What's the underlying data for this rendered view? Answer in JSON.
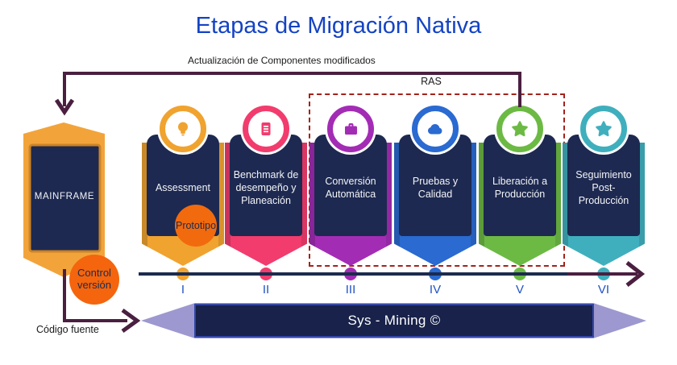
{
  "title": "Etapas de Migración Nativa",
  "feedback_arrow": {
    "label": "Actualización de Componentes modificados"
  },
  "ras": {
    "label": "RAS"
  },
  "mainframe": {
    "label": "MAINFRAME"
  },
  "control_version": {
    "label": "Control\nversión"
  },
  "prototipo": {
    "label": "Prototipo"
  },
  "codigo_fuente": {
    "label": "Código fuente"
  },
  "banner": {
    "label": "Sys - Mining ©"
  },
  "stages": [
    {
      "numeral": "I",
      "label": "Assessment",
      "color": "#f0a32f",
      "icon": "lightbulb-icon"
    },
    {
      "numeral": "II",
      "label": "Benchmark de\ndesempeño y\nPlaneación",
      "color": "#f23c6d",
      "icon": "document-icon"
    },
    {
      "numeral": "III",
      "label": "Conversión\nAutomática",
      "color": "#a32cb5",
      "icon": "briefcase-icon"
    },
    {
      "numeral": "IV",
      "label": "Pruebas y\nCalidad",
      "color": "#2a6ad1",
      "icon": "cloud-icon"
    },
    {
      "numeral": "V",
      "label": "Liberación a\nProducción",
      "color": "#6cba44",
      "icon": "star-icon"
    },
    {
      "numeral": "VI",
      "label": "Seguimiento\nPost-\nProducción",
      "color": "#3fafbd",
      "icon": "star-icon"
    }
  ],
  "palette": {
    "title_blue": "#1443c4",
    "numeral_blue": "#2053c5",
    "card_navy": "#1d2950",
    "arrow_maroon": "#4a1f40",
    "ras_dash_red": "#a3231b",
    "banner_lavender": "#9d98cf",
    "banner_navy": "#18224a",
    "badge_orange": "#f4650d",
    "mainframe_orange": "#f2a43a"
  }
}
